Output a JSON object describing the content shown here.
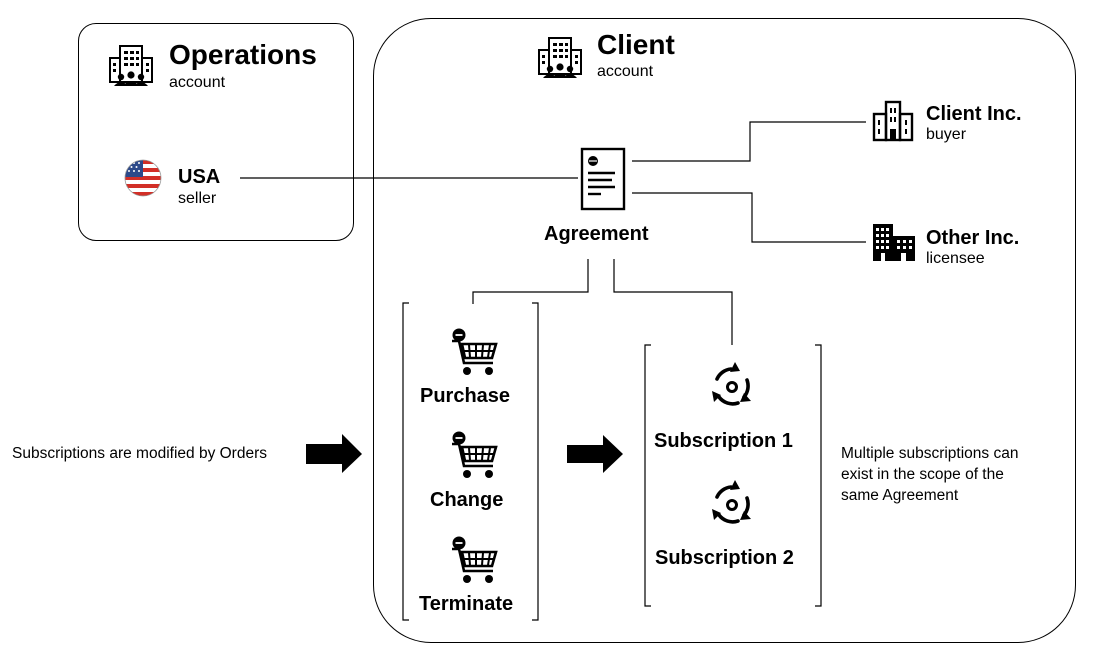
{
  "operations": {
    "title": "Operations",
    "subtitle": "account",
    "icon": "office-building-people-icon"
  },
  "client": {
    "title": "Client",
    "subtitle": "account",
    "icon": "office-building-people-icon"
  },
  "seller": {
    "name": "USA",
    "role": "seller",
    "icon": "usa-flag-icon"
  },
  "agreement": {
    "label": "Agreement",
    "icon": "document-icon"
  },
  "buyer": {
    "name": "Client Inc.",
    "role": "buyer",
    "icon": "building-icon"
  },
  "licensee": {
    "name": "Other Inc.",
    "role": "licensee",
    "icon": "city-buildings-icon"
  },
  "orders": [
    {
      "label": "Purchase",
      "icon": "shopping-cart-icon"
    },
    {
      "label": "Change",
      "icon": "shopping-cart-icon"
    },
    {
      "label": "Terminate",
      "icon": "shopping-cart-icon"
    }
  ],
  "subscriptions": [
    {
      "label": "Subscription 1",
      "icon": "renewal-cycle-icon"
    },
    {
      "label": "Subscription 2",
      "icon": "renewal-cycle-icon"
    }
  ],
  "notes": {
    "orders_note": "Subscriptions are modified by Orders",
    "subscriptions_note": [
      "Multiple subscriptions can",
      "exist in the scope of the",
      "same Agreement"
    ]
  }
}
